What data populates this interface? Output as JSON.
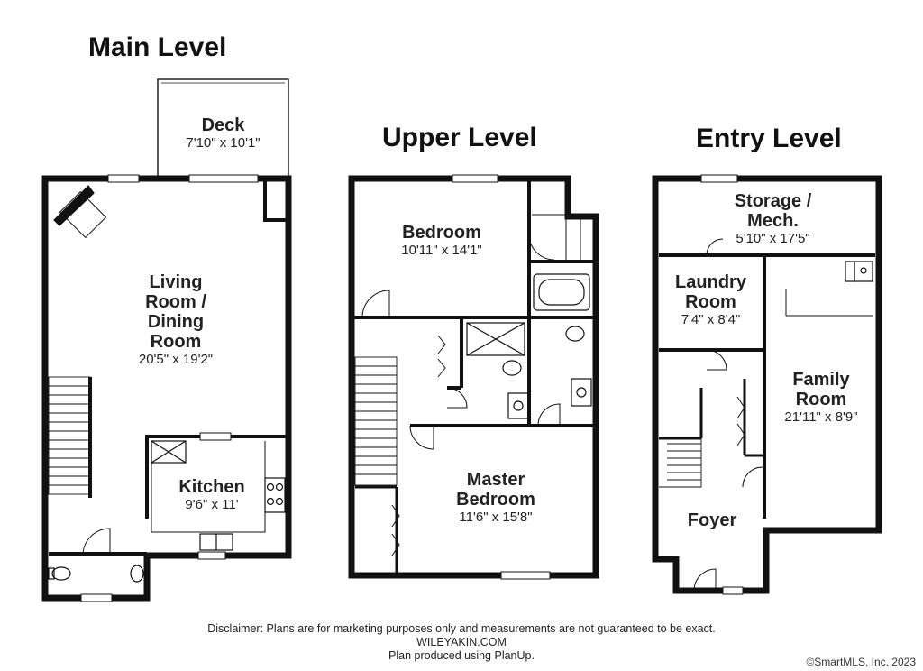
{
  "levels": {
    "main": {
      "title": "Main Level"
    },
    "upper": {
      "title": "Upper Level"
    },
    "entry": {
      "title": "Entry Level"
    }
  },
  "rooms": {
    "deck": {
      "name": "Deck",
      "dims": "7'10\" x 10'1\""
    },
    "living": {
      "name1": "Living",
      "name2": "Room /",
      "name3": "Dining",
      "name4": "Room",
      "dims": "20'5\" x 19'2\""
    },
    "kitchen": {
      "name": "Kitchen",
      "dims": "9'6\" x 11'"
    },
    "bedroom": {
      "name": "Bedroom",
      "dims": "10'11\" x 14'1\""
    },
    "master": {
      "name1": "Master",
      "name2": "Bedroom",
      "dims": "11'6\" x 15'8\""
    },
    "storage": {
      "name1": "Storage /",
      "name2": "Mech.",
      "dims": "5'10\" x 17'5\""
    },
    "laundry": {
      "name1": "Laundry",
      "name2": "Room",
      "dims": "7'4\" x 8'4\""
    },
    "family": {
      "name1": "Family",
      "name2": "Room",
      "dims": "21'11\" x 8'9\""
    },
    "foyer": {
      "name": "Foyer"
    }
  },
  "footer": {
    "disclaimer": "Disclaimer: Plans are for marketing purposes only and measurements are not guaranteed to be exact.",
    "website": "WILEYAKIN.COM",
    "produced": "Plan produced using PlanUp."
  },
  "copyright": "©SmartMLS, Inc.  2023"
}
